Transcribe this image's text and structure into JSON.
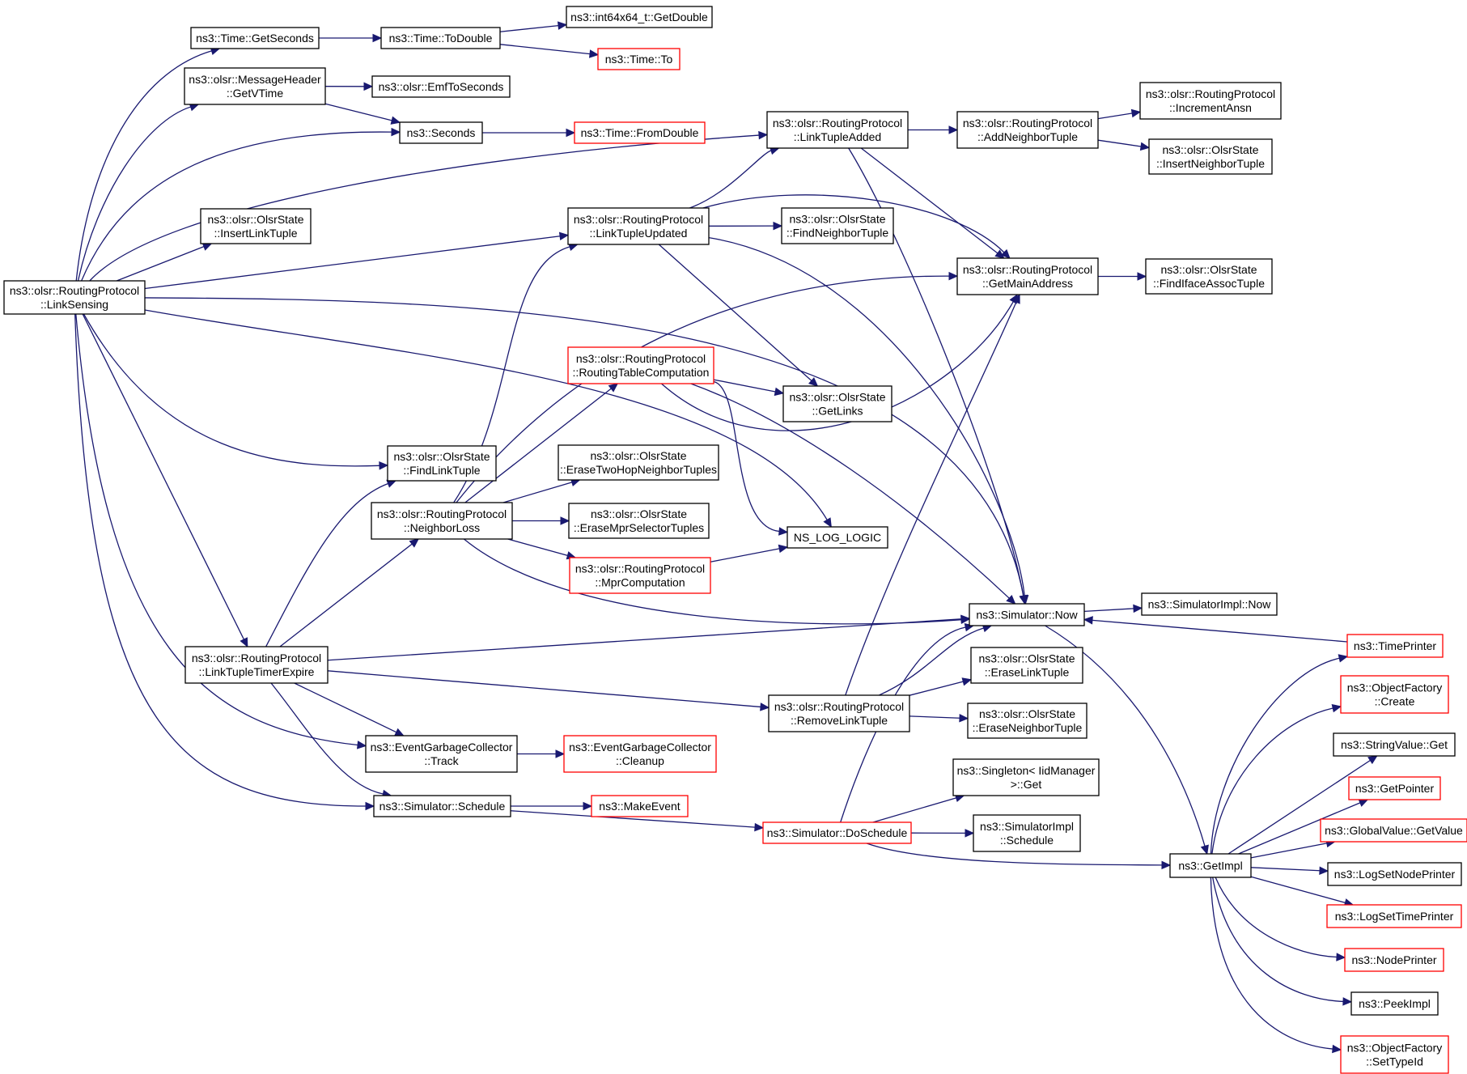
{
  "diagram": {
    "colors": {
      "root_fill": "#bfbfbf",
      "node_border": "#000000",
      "truncated_border": "#ff0000",
      "edge": "#191970"
    },
    "nodes": [
      {
        "id": "linksensing",
        "lines": [
          "ns3::olsr::RoutingProtocol",
          "::LinkSensing"
        ],
        "style": "root"
      },
      {
        "id": "time_getseconds",
        "lines": [
          "ns3::Time::GetSeconds"
        ],
        "style": "normal"
      },
      {
        "id": "time_todouble",
        "lines": [
          "ns3::Time::ToDouble"
        ],
        "style": "normal"
      },
      {
        "id": "int64_getdouble",
        "lines": [
          "ns3::int64x64_t::GetDouble"
        ],
        "style": "normal"
      },
      {
        "id": "time_to",
        "lines": [
          "ns3::Time::To"
        ],
        "style": "truncated"
      },
      {
        "id": "msg_getvtime",
        "lines": [
          "ns3::olsr::MessageHeader",
          "::GetVTime"
        ],
        "style": "normal"
      },
      {
        "id": "emftoseconds",
        "lines": [
          "ns3::olsr::EmfToSeconds"
        ],
        "style": "normal"
      },
      {
        "id": "seconds",
        "lines": [
          "ns3::Seconds"
        ],
        "style": "normal"
      },
      {
        "id": "time_fromdouble",
        "lines": [
          "ns3::Time::FromDouble"
        ],
        "style": "truncated"
      },
      {
        "id": "linktupleadded",
        "lines": [
          "ns3::olsr::RoutingProtocol",
          "::LinkTupleAdded"
        ],
        "style": "normal"
      },
      {
        "id": "addneighbortuple",
        "lines": [
          "ns3::olsr::RoutingProtocol",
          "::AddNeighborTuple"
        ],
        "style": "normal"
      },
      {
        "id": "incrementansn",
        "lines": [
          "ns3::olsr::RoutingProtocol",
          "::IncrementAnsn"
        ],
        "style": "normal"
      },
      {
        "id": "insertneighbortuple",
        "lines": [
          "ns3::olsr::OlsrState",
          "::InsertNeighborTuple"
        ],
        "style": "normal"
      },
      {
        "id": "insertlinktuple",
        "lines": [
          "ns3::olsr::OlsrState",
          "::InsertLinkTuple"
        ],
        "style": "normal"
      },
      {
        "id": "linktupleupdated",
        "lines": [
          "ns3::olsr::RoutingProtocol",
          "::LinkTupleUpdated"
        ],
        "style": "normal"
      },
      {
        "id": "findneighbortuple",
        "lines": [
          "ns3::olsr::OlsrState",
          "::FindNeighborTuple"
        ],
        "style": "normal"
      },
      {
        "id": "getmainaddress",
        "lines": [
          "ns3::olsr::RoutingProtocol",
          "::GetMainAddress"
        ],
        "style": "normal"
      },
      {
        "id": "findifaceassoctuple",
        "lines": [
          "ns3::olsr::OlsrState",
          "::FindIfaceAssocTuple"
        ],
        "style": "normal"
      },
      {
        "id": "routingtablecomputation",
        "lines": [
          "ns3::olsr::RoutingProtocol",
          "::RoutingTableComputation"
        ],
        "style": "truncated"
      },
      {
        "id": "getlinks",
        "lines": [
          "ns3::olsr::OlsrState",
          "::GetLinks"
        ],
        "style": "normal"
      },
      {
        "id": "findlinktuple",
        "lines": [
          "ns3::olsr::OlsrState",
          "::FindLinkTuple"
        ],
        "style": "normal"
      },
      {
        "id": "erasetwohop",
        "lines": [
          "ns3::olsr::OlsrState",
          "::EraseTwoHopNeighborTuples"
        ],
        "style": "normal"
      },
      {
        "id": "neighborloss",
        "lines": [
          "ns3::olsr::RoutingProtocol",
          "::NeighborLoss"
        ],
        "style": "normal"
      },
      {
        "id": "erasemprselector",
        "lines": [
          "ns3::olsr::OlsrState",
          "::EraseMprSelectorTuples"
        ],
        "style": "normal"
      },
      {
        "id": "ns_log_logic",
        "lines": [
          "NS_LOG_LOGIC"
        ],
        "style": "normal"
      },
      {
        "id": "mprcomputation",
        "lines": [
          "ns3::olsr::RoutingProtocol",
          "::MprComputation"
        ],
        "style": "truncated"
      },
      {
        "id": "simulator_now",
        "lines": [
          "ns3::Simulator::Now"
        ],
        "style": "normal"
      },
      {
        "id": "simimpl_now",
        "lines": [
          "ns3::SimulatorImpl::Now"
        ],
        "style": "normal"
      },
      {
        "id": "timeprinter",
        "lines": [
          "ns3::TimePrinter"
        ],
        "style": "truncated"
      },
      {
        "id": "linktupletimerexpire",
        "lines": [
          "ns3::olsr::RoutingProtocol",
          "::LinkTupleTimerExpire"
        ],
        "style": "normal"
      },
      {
        "id": "eraselinktuple",
        "lines": [
          "ns3::olsr::OlsrState",
          "::EraseLinkTuple"
        ],
        "style": "normal"
      },
      {
        "id": "objectfactory_create",
        "lines": [
          "ns3::ObjectFactory",
          "::Create"
        ],
        "style": "truncated"
      },
      {
        "id": "removelinktuple",
        "lines": [
          "ns3::olsr::RoutingProtocol",
          "::RemoveLinkTuple"
        ],
        "style": "normal"
      },
      {
        "id": "eraseneighbortuple",
        "lines": [
          "ns3::olsr::OlsrState",
          "::EraseNeighborTuple"
        ],
        "style": "normal"
      },
      {
        "id": "stringvalue_get",
        "lines": [
          "ns3::StringValue::Get"
        ],
        "style": "normal"
      },
      {
        "id": "egc_track",
        "lines": [
          "ns3::EventGarbageCollector",
          "::Track"
        ],
        "style": "normal"
      },
      {
        "id": "egc_cleanup",
        "lines": [
          "ns3::EventGarbageCollector",
          "::Cleanup"
        ],
        "style": "truncated"
      },
      {
        "id": "singleton_get",
        "lines": [
          "ns3::Singleton< IidManager",
          ">::Get"
        ],
        "style": "normal"
      },
      {
        "id": "getpointer",
        "lines": [
          "ns3::GetPointer"
        ],
        "style": "truncated"
      },
      {
        "id": "simulator_schedule",
        "lines": [
          "ns3::Simulator::Schedule"
        ],
        "style": "normal"
      },
      {
        "id": "makeevent",
        "lines": [
          "ns3::MakeEvent"
        ],
        "style": "truncated"
      },
      {
        "id": "globalvalue_getvalue",
        "lines": [
          "ns3::GlobalValue::GetValue"
        ],
        "style": "truncated"
      },
      {
        "id": "doschedule",
        "lines": [
          "ns3::Simulator::DoSchedule"
        ],
        "style": "truncated"
      },
      {
        "id": "simimpl_schedule",
        "lines": [
          "ns3::SimulatorImpl",
          "::Schedule"
        ],
        "style": "normal"
      },
      {
        "id": "getimpl",
        "lines": [
          "ns3::GetImpl"
        ],
        "style": "normal"
      },
      {
        "id": "logsetnodeprinter",
        "lines": [
          "ns3::LogSetNodePrinter"
        ],
        "style": "normal"
      },
      {
        "id": "logsettimeprinter",
        "lines": [
          "ns3::LogSetTimePrinter"
        ],
        "style": "truncated"
      },
      {
        "id": "nodeprinter",
        "lines": [
          "ns3::NodePrinter"
        ],
        "style": "truncated"
      },
      {
        "id": "peekimpl",
        "lines": [
          "ns3::PeekImpl"
        ],
        "style": "normal"
      },
      {
        "id": "objectfactory_settypeid",
        "lines": [
          "ns3::ObjectFactory",
          "::SetTypeId"
        ],
        "style": "truncated"
      }
    ],
    "edges": [
      [
        "linksensing",
        "time_getseconds"
      ],
      [
        "linksensing",
        "msg_getvtime"
      ],
      [
        "linksensing",
        "seconds"
      ],
      [
        "linksensing",
        "linktupleadded"
      ],
      [
        "linksensing",
        "insertlinktuple"
      ],
      [
        "linksensing",
        "linktupleupdated"
      ],
      [
        "linksensing",
        "simulator_now"
      ],
      [
        "linksensing",
        "ns_log_logic"
      ],
      [
        "linksensing",
        "findlinktuple"
      ],
      [
        "linksensing",
        "linktupletimerexpire"
      ],
      [
        "linksensing",
        "egc_track"
      ],
      [
        "linksensing",
        "simulator_schedule"
      ],
      [
        "time_getseconds",
        "time_todouble"
      ],
      [
        "time_todouble",
        "int64_getdouble"
      ],
      [
        "time_todouble",
        "time_to"
      ],
      [
        "msg_getvtime",
        "emftoseconds"
      ],
      [
        "msg_getvtime",
        "seconds"
      ],
      [
        "seconds",
        "time_fromdouble"
      ],
      [
        "linktupleadded",
        "addneighbortuple"
      ],
      [
        "linktupleadded",
        "getmainaddress"
      ],
      [
        "linktupleadded",
        "simulator_now"
      ],
      [
        "addneighbortuple",
        "incrementansn"
      ],
      [
        "addneighbortuple",
        "insertneighbortuple"
      ],
      [
        "linktupleupdated",
        "linktupleadded"
      ],
      [
        "linktupleupdated",
        "findneighbortuple"
      ],
      [
        "linktupleupdated",
        "getmainaddress"
      ],
      [
        "linktupleupdated",
        "getlinks"
      ],
      [
        "linktupleupdated",
        "simulator_now"
      ],
      [
        "getmainaddress",
        "findifaceassoctuple"
      ],
      [
        "routingtablecomputation",
        "getlinks"
      ],
      [
        "routingtablecomputation",
        "getmainaddress"
      ],
      [
        "routingtablecomputation",
        "ns_log_logic"
      ],
      [
        "routingtablecomputation",
        "simulator_now"
      ],
      [
        "neighborloss",
        "linktupleupdated"
      ],
      [
        "neighborloss",
        "getmainaddress"
      ],
      [
        "neighborloss",
        "routingtablecomputation"
      ],
      [
        "neighborloss",
        "erasetwohop"
      ],
      [
        "neighborloss",
        "erasemprselector"
      ],
      [
        "neighborloss",
        "mprcomputation"
      ],
      [
        "neighborloss",
        "simulator_now"
      ],
      [
        "mprcomputation",
        "ns_log_logic"
      ],
      [
        "linktupletimerexpire",
        "findlinktuple"
      ],
      [
        "linktupletimerexpire",
        "neighborloss"
      ],
      [
        "linktupletimerexpire",
        "simulator_now"
      ],
      [
        "linktupletimerexpire",
        "removelinktuple"
      ],
      [
        "linktupletimerexpire",
        "egc_track"
      ],
      [
        "linktupletimerexpire",
        "simulator_schedule"
      ],
      [
        "removelinktuple",
        "getmainaddress"
      ],
      [
        "removelinktuple",
        "simulator_now"
      ],
      [
        "removelinktuple",
        "eraselinktuple"
      ],
      [
        "removelinktuple",
        "eraseneighbortuple"
      ],
      [
        "egc_track",
        "egc_cleanup"
      ],
      [
        "simulator_schedule",
        "makeevent"
      ],
      [
        "simulator_schedule",
        "doschedule"
      ],
      [
        "doschedule",
        "simulator_now"
      ],
      [
        "doschedule",
        "singleton_get"
      ],
      [
        "doschedule",
        "simimpl_schedule"
      ],
      [
        "doschedule",
        "getimpl"
      ],
      [
        "simulator_now",
        "simimpl_now"
      ],
      [
        "simulator_now",
        "getimpl"
      ],
      [
        "timeprinter",
        "simulator_now"
      ],
      [
        "getimpl",
        "timeprinter"
      ],
      [
        "getimpl",
        "objectfactory_create"
      ],
      [
        "getimpl",
        "stringvalue_get"
      ],
      [
        "getimpl",
        "getpointer"
      ],
      [
        "getimpl",
        "globalvalue_getvalue"
      ],
      [
        "getimpl",
        "logsetnodeprinter"
      ],
      [
        "getimpl",
        "logsettimeprinter"
      ],
      [
        "getimpl",
        "nodeprinter"
      ],
      [
        "getimpl",
        "peekimpl"
      ],
      [
        "getimpl",
        "objectfactory_settypeid"
      ]
    ]
  }
}
